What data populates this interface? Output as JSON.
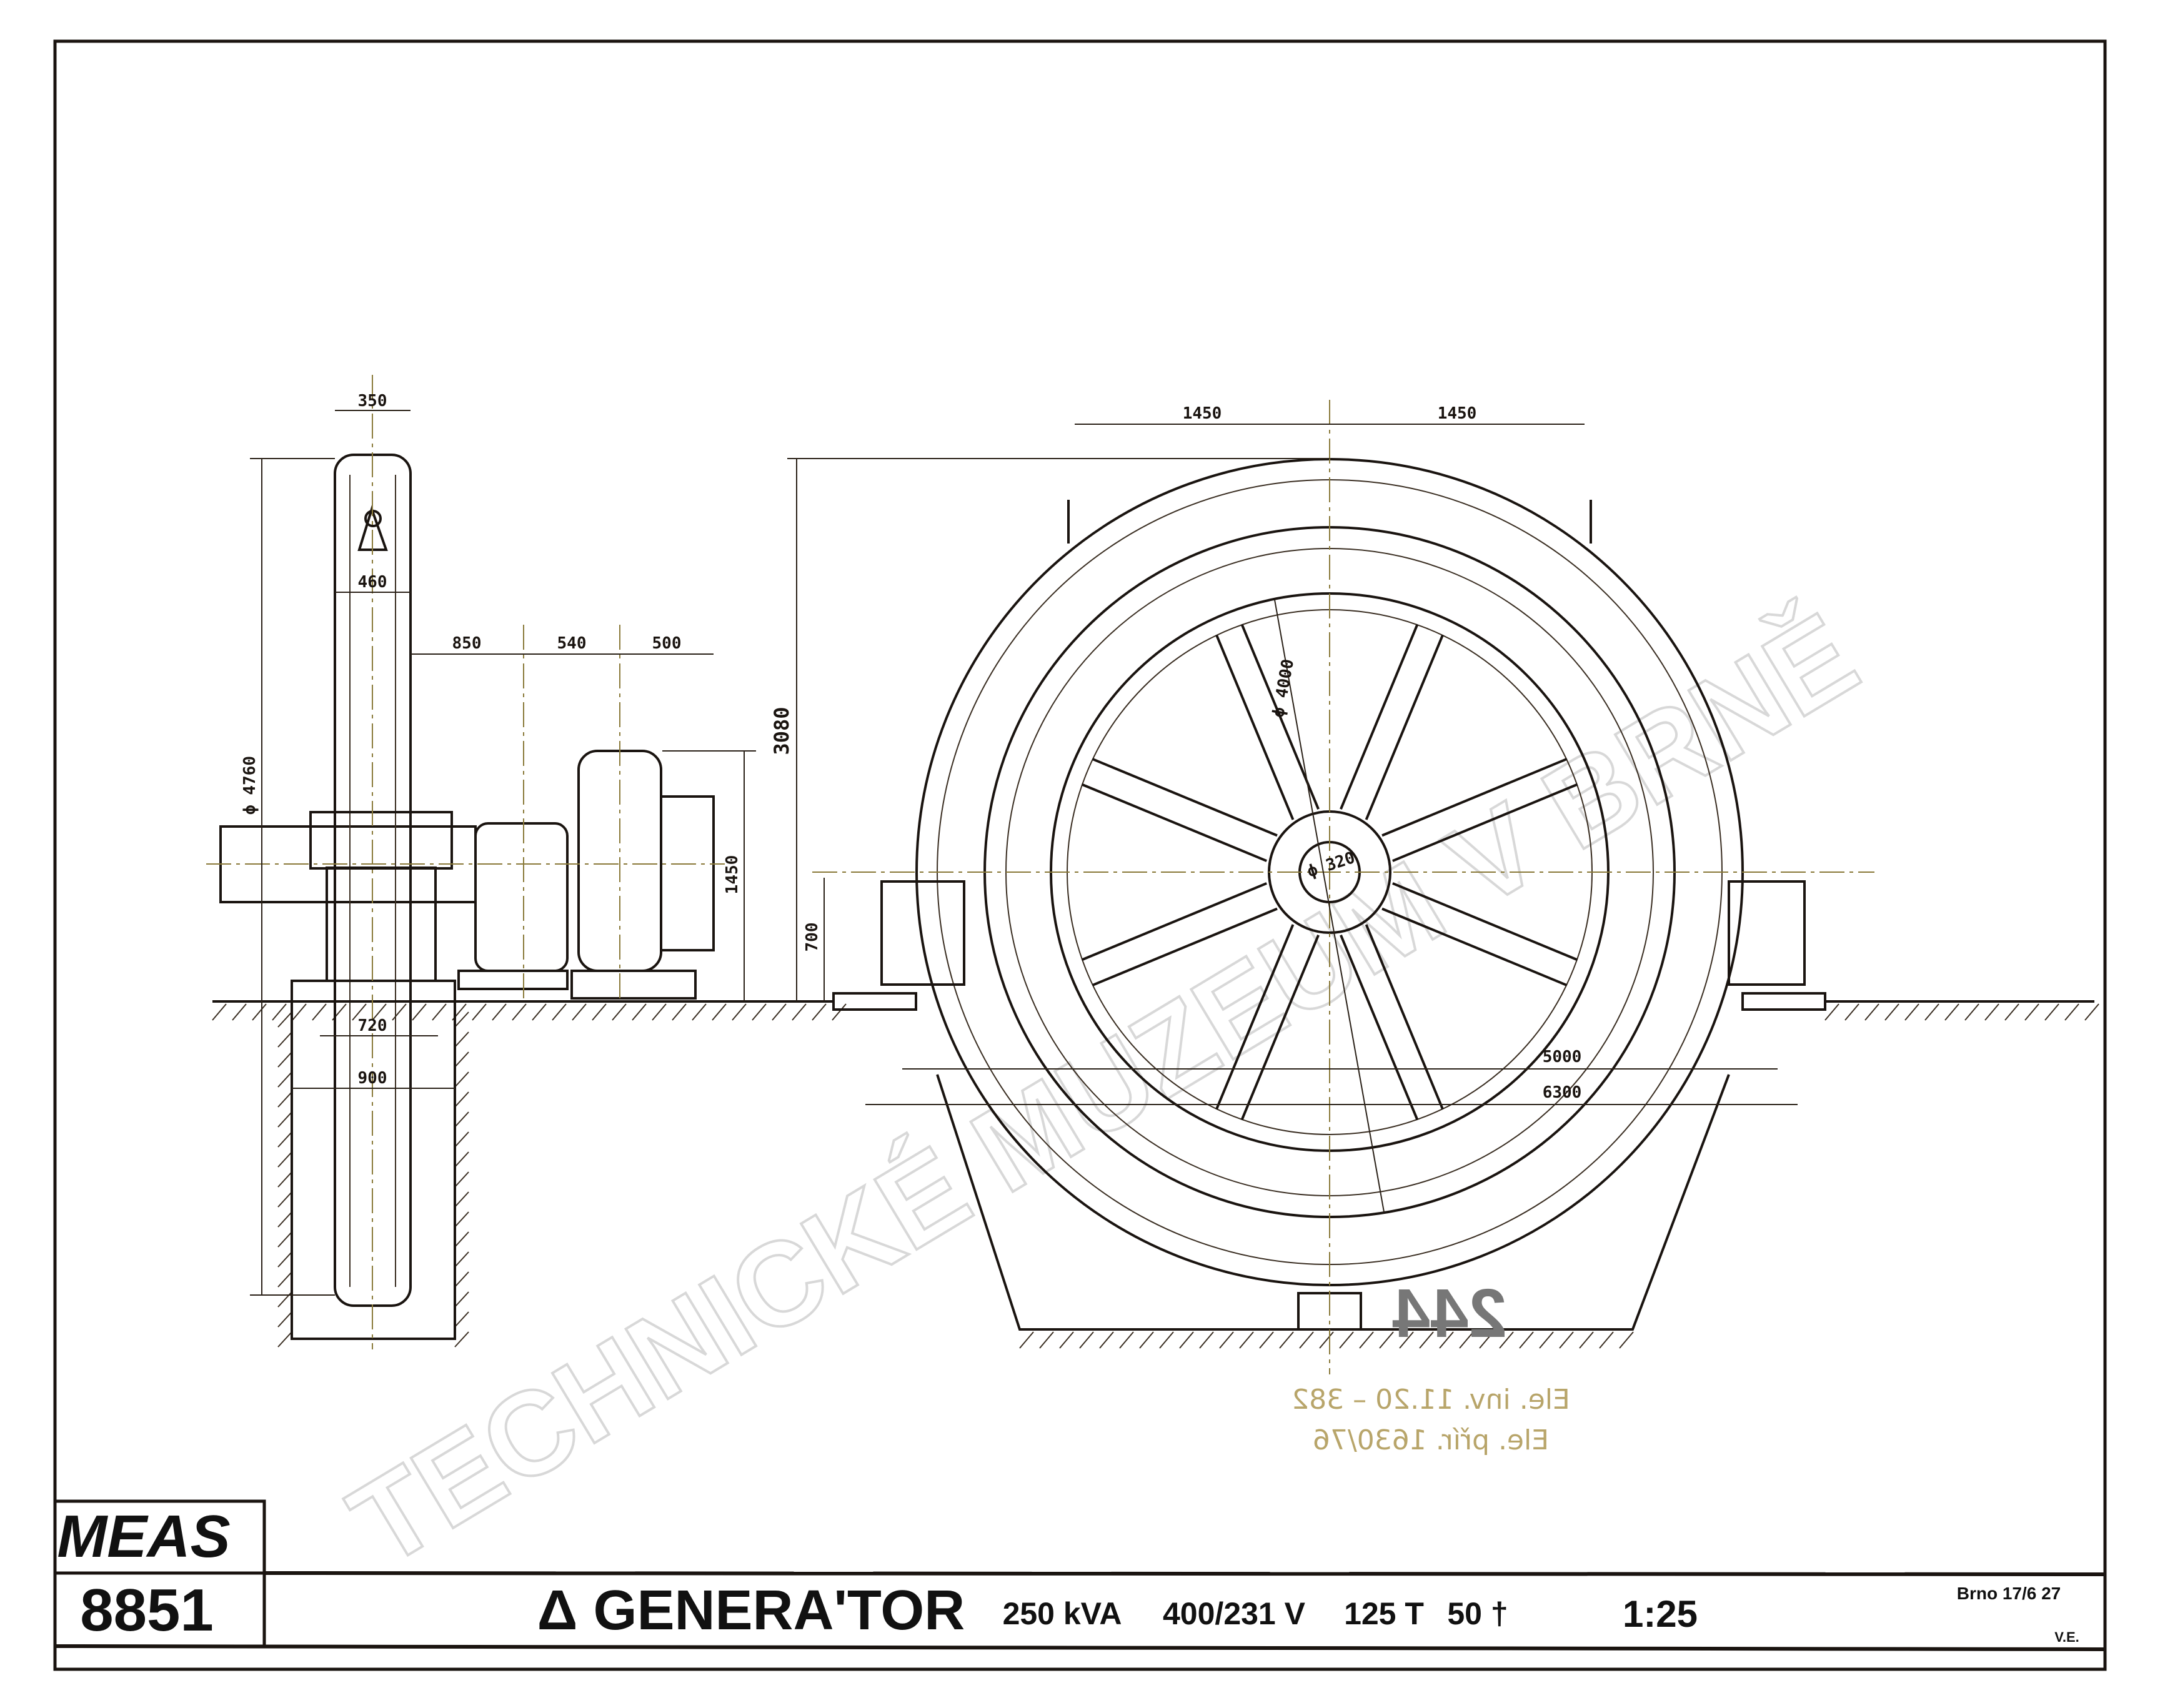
{
  "title_block": {
    "maker": "MEAS",
    "drawing_number": "8851",
    "title": "Δ GENERA'TOR",
    "power": "250 kVA",
    "voltage": "400/231 V",
    "weight": "125 T",
    "speed": "50 †",
    "scale": "1:25",
    "place_date": "Brno 17/6 27",
    "initials": "V.E."
  },
  "side_view_dimensions": {
    "disc_width": "350",
    "disc_inner": "460",
    "dia_flywheel": "ϕ 4760",
    "dist_1": "850",
    "dist_2": "540",
    "dist_3": "500",
    "height_motor": "1450",
    "pit_inner": "720",
    "pit_outer": "900"
  },
  "front_view_dimensions": {
    "half_left": "1450",
    "half_right": "1450",
    "total_height": "3080",
    "axis_height": "700",
    "dia_rotor": "ϕ 4000",
    "dia_shaft": "ϕ 320",
    "width_inner": "5000",
    "width_outer": "6300"
  },
  "stamp": "244",
  "pencil_notes": [
    "Ele. inv. 11.20 – 382",
    "Ele. přír. 1630/76"
  ],
  "watermark": "TECHNICKÉ MUZEUM V BRNĚ"
}
